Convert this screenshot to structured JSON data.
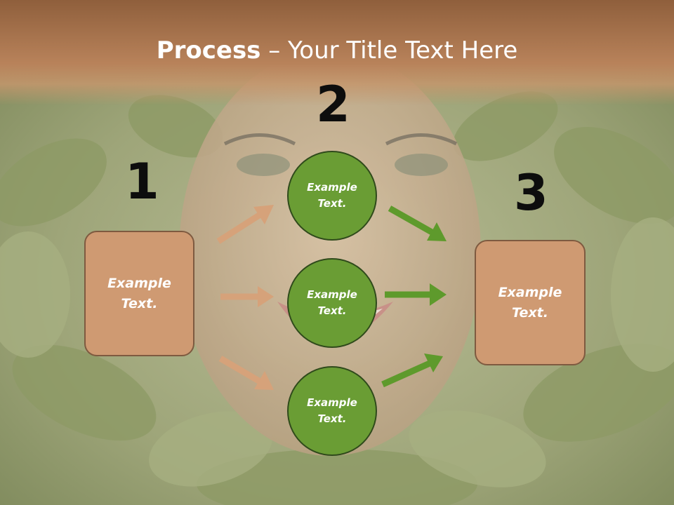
{
  "slide": {
    "title_bold": "Process",
    "title_rest": " – Your Title Text Here"
  },
  "steps": {
    "one": {
      "number": "1",
      "text": "Example\nText."
    },
    "two": {
      "number": "2"
    },
    "three": {
      "number": "3",
      "text": "Example\nText."
    }
  },
  "circles": [
    {
      "text": "Example\nText."
    },
    {
      "text": "Example\nText."
    },
    {
      "text": "Example\nText."
    }
  ],
  "colors": {
    "box_fill": "#cf9a72",
    "circle_fill": "#6a9d34",
    "arrow_tan": "#d6a27a",
    "arrow_green": "#5e9a2c",
    "header": "#a46f49"
  }
}
